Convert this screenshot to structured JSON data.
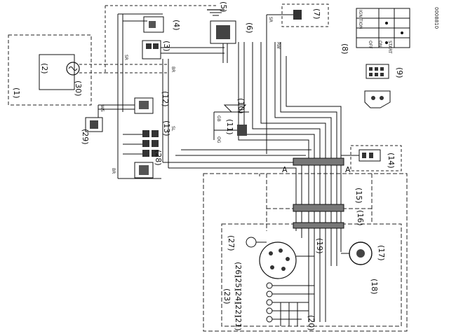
{
  "figure_code": "0008810",
  "callouts": {
    "c1": "(1)",
    "c2": "(2)",
    "c3": "(3)",
    "c4": "(4)",
    "c5": "(5)",
    "c6": "(6)",
    "c7": "(7)",
    "c8": "(8)",
    "c9": "(9)",
    "c10": "(10)",
    "c11": "(11)",
    "c12": "(12)",
    "c13": "(13)",
    "c14": "(14)",
    "c15": "(15)",
    "c16": "(16)",
    "c17": "(17)",
    "c18": "(18)",
    "c19": "(19)",
    "c20": "(20)",
    "c21": "(21)",
    "c22": "(22)",
    "c23": "(23)",
    "c24": "(24)",
    "c25": "(25)",
    "c26": "(26)",
    "c27": "(27)",
    "c28": "(28)",
    "c29": "(29)",
    "c30": "(30)"
  },
  "wire_codes": {
    "w1": "SR",
    "w2": "RW",
    "w3": "BR",
    "w4": "SR",
    "w5": "GB",
    "w6": "OG",
    "w7": "SL",
    "w8": "BR",
    "w9": "WS"
  },
  "switch_table": {
    "header": "IGNITION",
    "rows": [
      "OFF",
      "ON",
      "START"
    ]
  },
  "section_markers": {
    "a_left": "A",
    "a_right": "A"
  },
  "colors": {
    "line": "#111111",
    "dashed": "#222222",
    "background": "#ffffff"
  }
}
